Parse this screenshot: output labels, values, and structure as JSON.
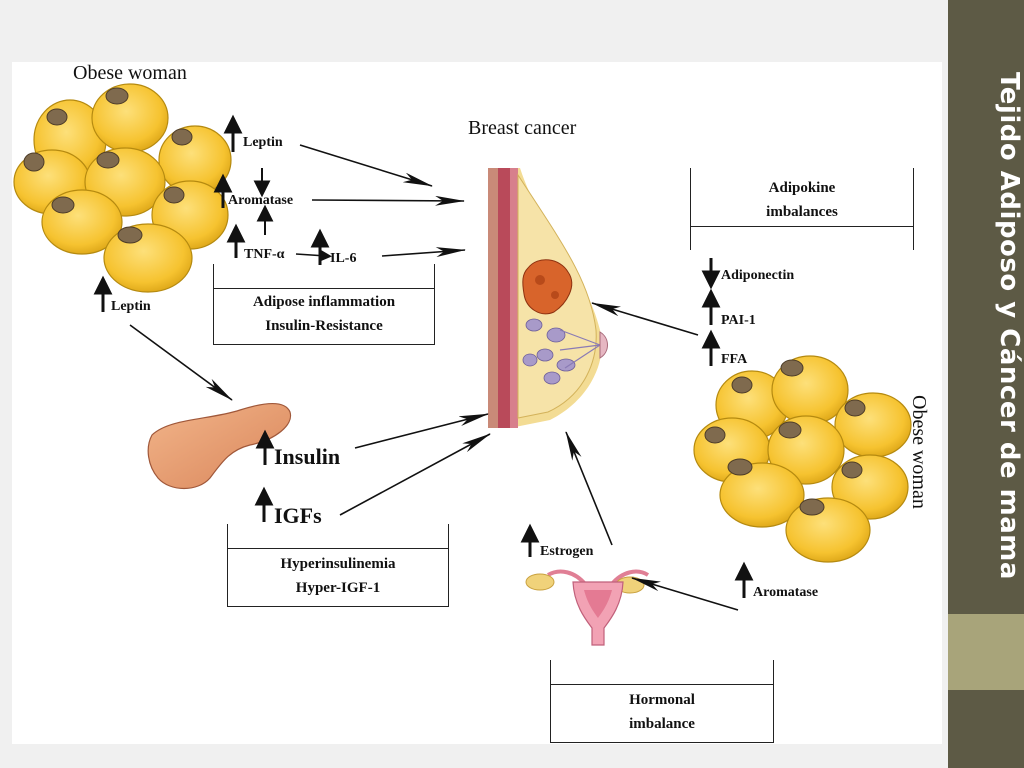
{
  "sidebar": {
    "title": "Tejido Adiposo  y  Cáncer de mama"
  },
  "diagram": {
    "obese_woman_left": "Obese woman",
    "obese_woman_right": "Obese woman",
    "breast_cancer": "Breast cancer",
    "leptin_top": "Leptin",
    "aromatase_left": "Aromatase",
    "tnf": "TNF-α",
    "il6": "IL-6",
    "leptin_left": "Leptin",
    "inflammation_box": {
      "line1": "Adipose inflammation",
      "line2": "Insulin-Resistance"
    },
    "insulin": "Insulin",
    "igfs": "IGFs",
    "hyper_box": {
      "line1": "Hyperinsulinemia",
      "line2": "Hyper-IGF-1"
    },
    "adipokine_box": {
      "line1": "Adipokine",
      "line2": "imbalances"
    },
    "adiponectin": "Adiponectin",
    "pai1": "PAI-1",
    "ffa": "FFA",
    "estrogen": "Estrogen",
    "aromatase_right": "Aromatase",
    "hormonal_box": {
      "line1": "Hormonal",
      "line2": "imbalance"
    }
  }
}
